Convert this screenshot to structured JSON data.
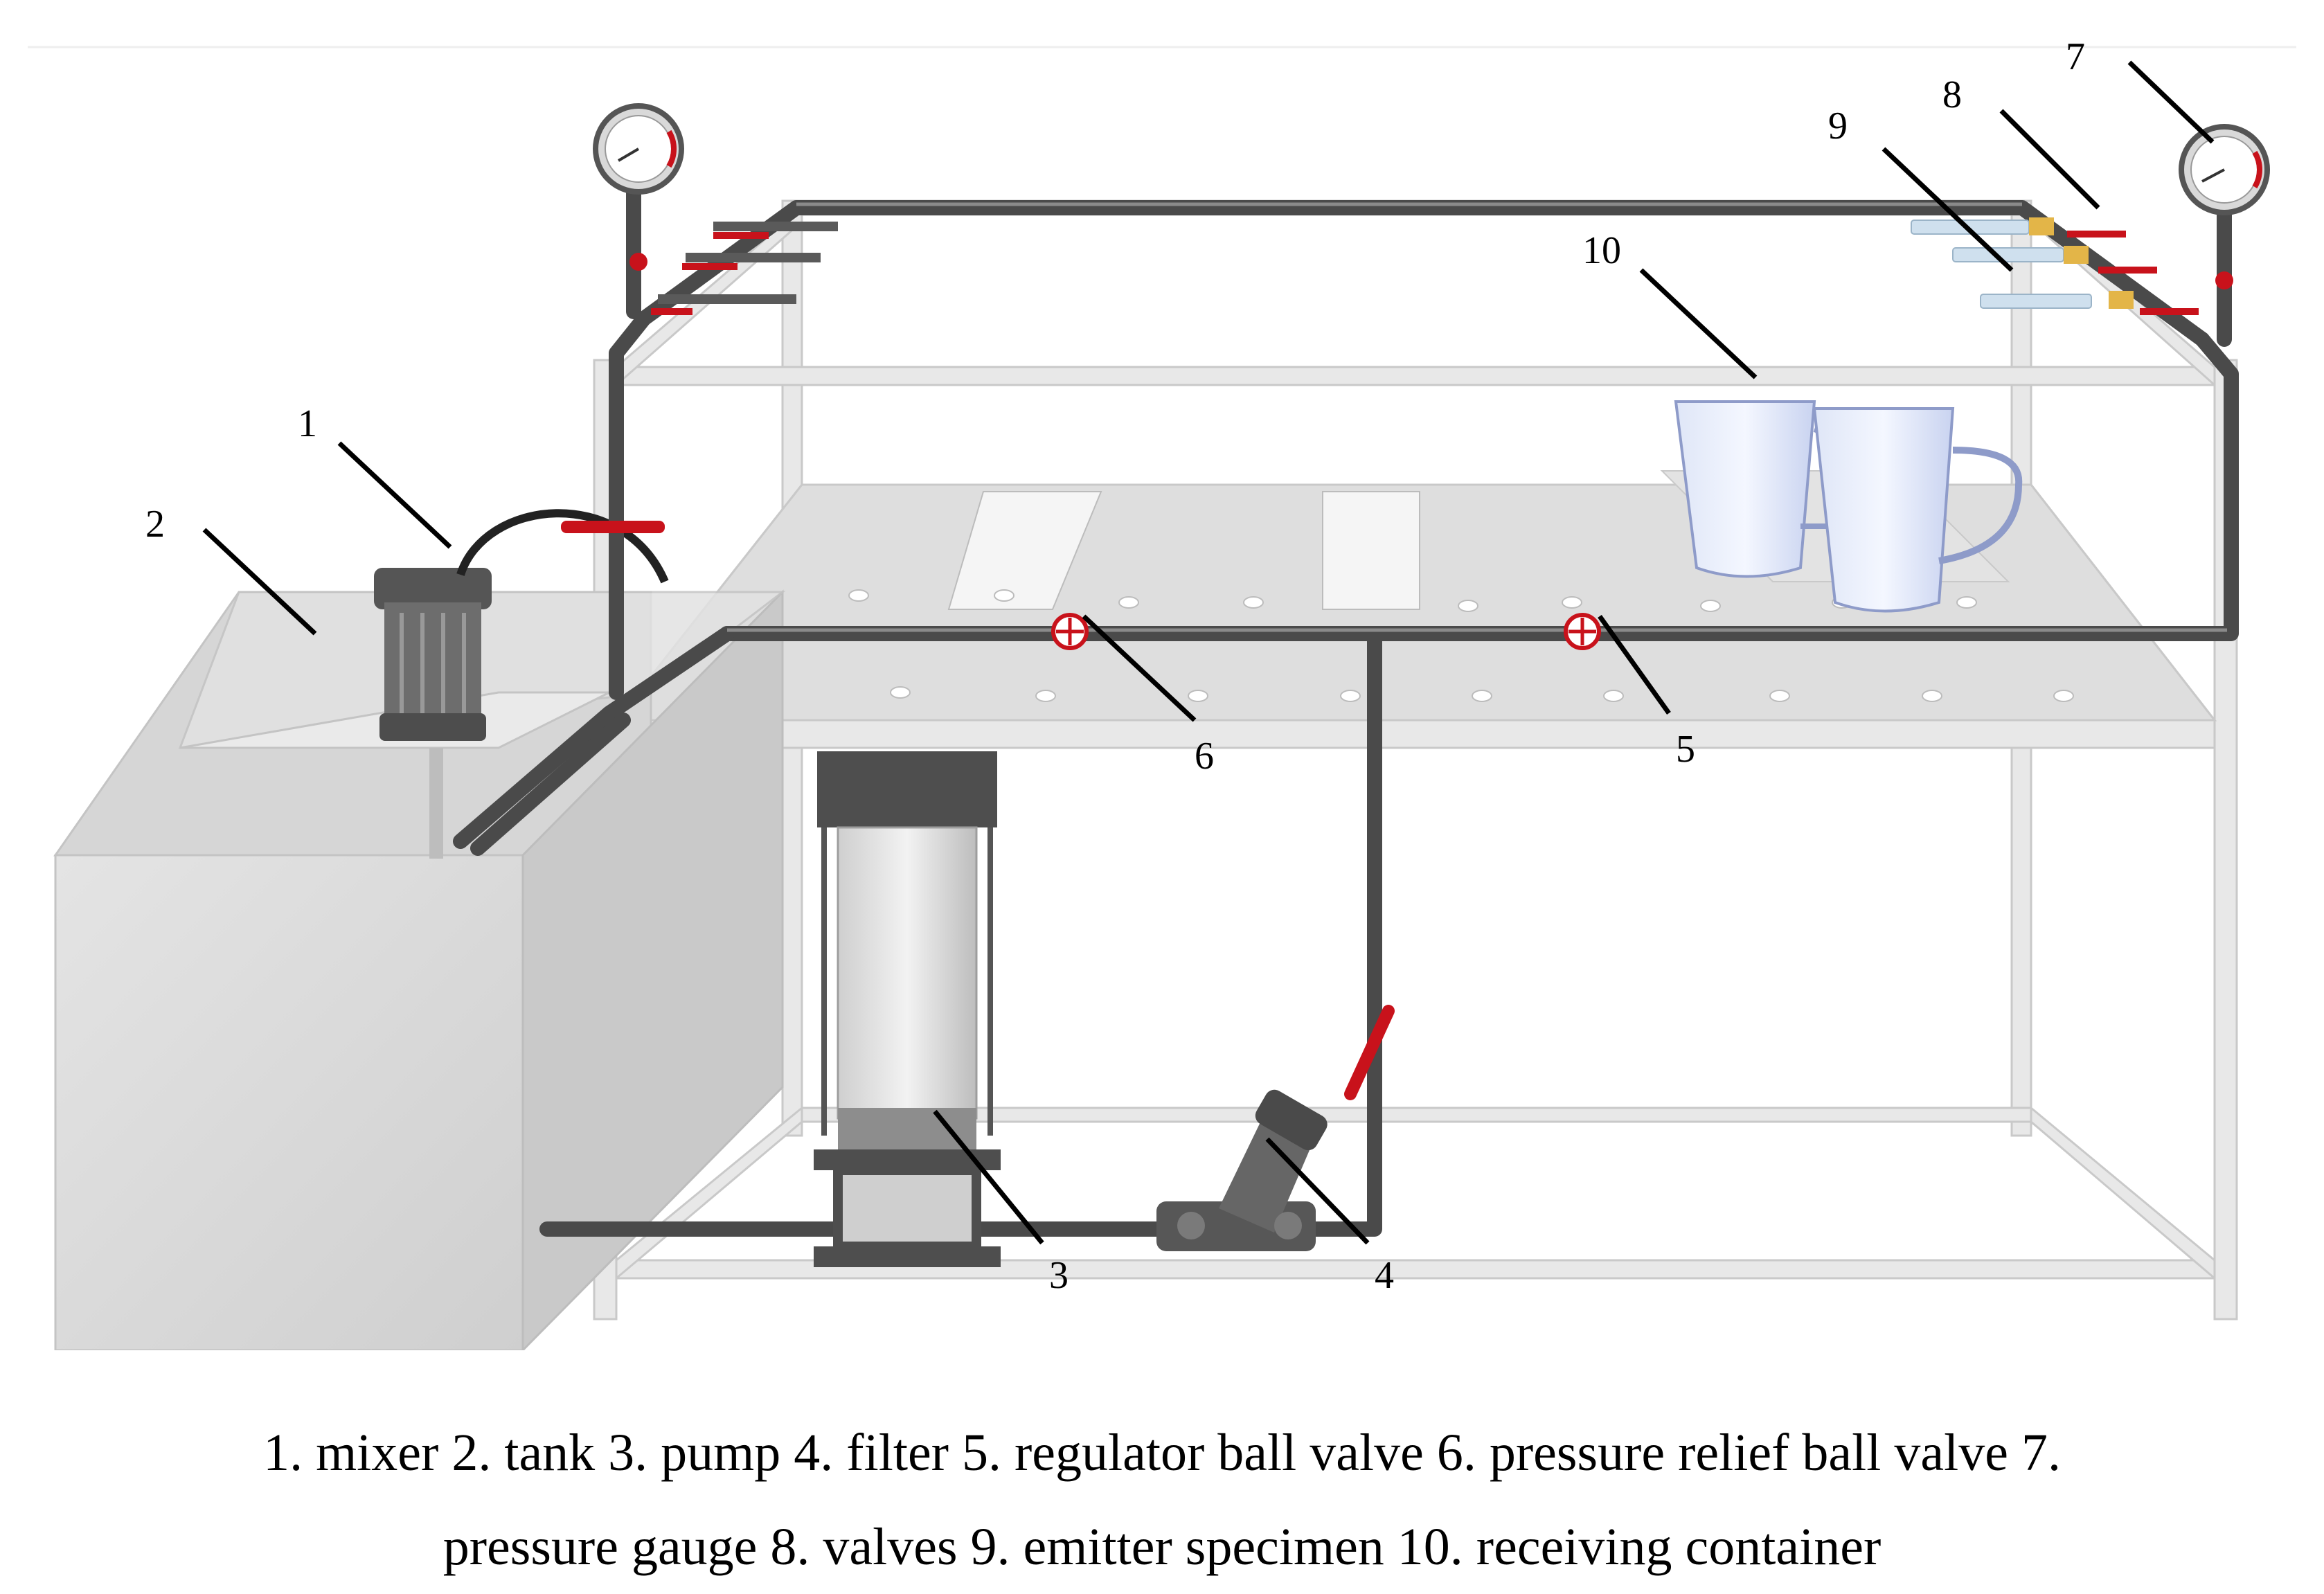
{
  "callouts": {
    "n1": "1",
    "n2": "2",
    "n3": "3",
    "n4": "4",
    "n5": "5",
    "n6": "6",
    "n7": "7",
    "n8": "8",
    "n9": "9",
    "n10": "10"
  },
  "caption": {
    "line1": "1. mixer 2. tank 3. pump 4. filter 5. regulator ball valve 6. pressure relief ball valve 7.",
    "line2": "pressure gauge 8. valves 9. emitter specimen 10. receiving container"
  },
  "colors": {
    "pipe": "#4a4a4a",
    "frame": "#e6e6e6",
    "valve": "#c8121b",
    "tank": "#dcdcdc"
  }
}
